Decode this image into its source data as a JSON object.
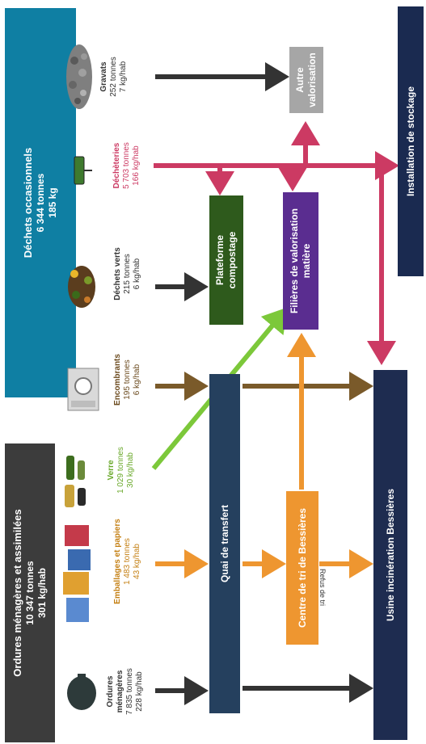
{
  "headers": {
    "occasional": {
      "title": "Déchets occasionnels",
      "tonnage": "6 344 tonnes",
      "ratio": "185 kg"
    },
    "household": {
      "title": "Ordures ménagères et assimilées",
      "tonnage": "10 347 tonnes",
      "ratio": "301 kg/hab"
    }
  },
  "sources": {
    "gravats": {
      "name": "Gravats",
      "tonnage": "252 tonnes",
      "ratio": "7 kg/hab"
    },
    "decheteries": {
      "name": "Déchèteries",
      "tonnage": "5 703 tonnes",
      "ratio": "166 kg/hab"
    },
    "dechets_verts": {
      "name": "Déchets verts",
      "tonnage": "215 tonnes",
      "ratio": "6 kg/hab"
    },
    "encombrants": {
      "name": "Encombrants",
      "tonnage": "195 tonnes",
      "ratio": "6 kg/hab"
    },
    "verre": {
      "name": "Verre",
      "tonnage": "1 029 tonnes",
      "ratio": "30 kg/hab"
    },
    "emballages": {
      "name": "Emballages et papiers",
      "tonnage": "1 483 tonnes",
      "ratio": "43 kg/hab"
    },
    "ordures": {
      "name": "Ordures ménagères",
      "tonnage": "7 835 tonnes",
      "ratio": "228 kg/hab"
    }
  },
  "boxes": {
    "autre": "Autre valorisation",
    "stockage": "Installation de stockage",
    "compostage": "Plateforme compostage",
    "filieres": "Filières de valorisation matière",
    "quai": "Quai de transfert",
    "usine": "Usine incinération Bessières",
    "centre": "Centre de tri de Bessières"
  },
  "refus_label": "Refus de tri",
  "colors": {
    "occasional_header": "#0f7fa3",
    "household_header": "#3c3c3c",
    "autre": "#a6a6a6",
    "stockage": "#1a2a50",
    "compostage": "#2e5a1c",
    "filieres": "#5a2d90",
    "quai": "#25405e",
    "usine": "#1e2c50",
    "centre": "#ee9630",
    "arrow_dark": "#333333",
    "arrow_brown": "#7a5a2a",
    "arrow_green": "#7cc83a",
    "arrow_orange": "#ee9630",
    "arrow_pink": "#cc3a63",
    "text_pink": "#cc3a63",
    "text_gold": "#c47f12",
    "text_green": "#69a82a",
    "text_brown": "#6b4a1e"
  },
  "icons": [
    "rubble-icon",
    "sign-icon",
    "green-waste-icon",
    "appliances-icon",
    "bottles-icon",
    "packaging-icon",
    "trash-bag-icon"
  ]
}
